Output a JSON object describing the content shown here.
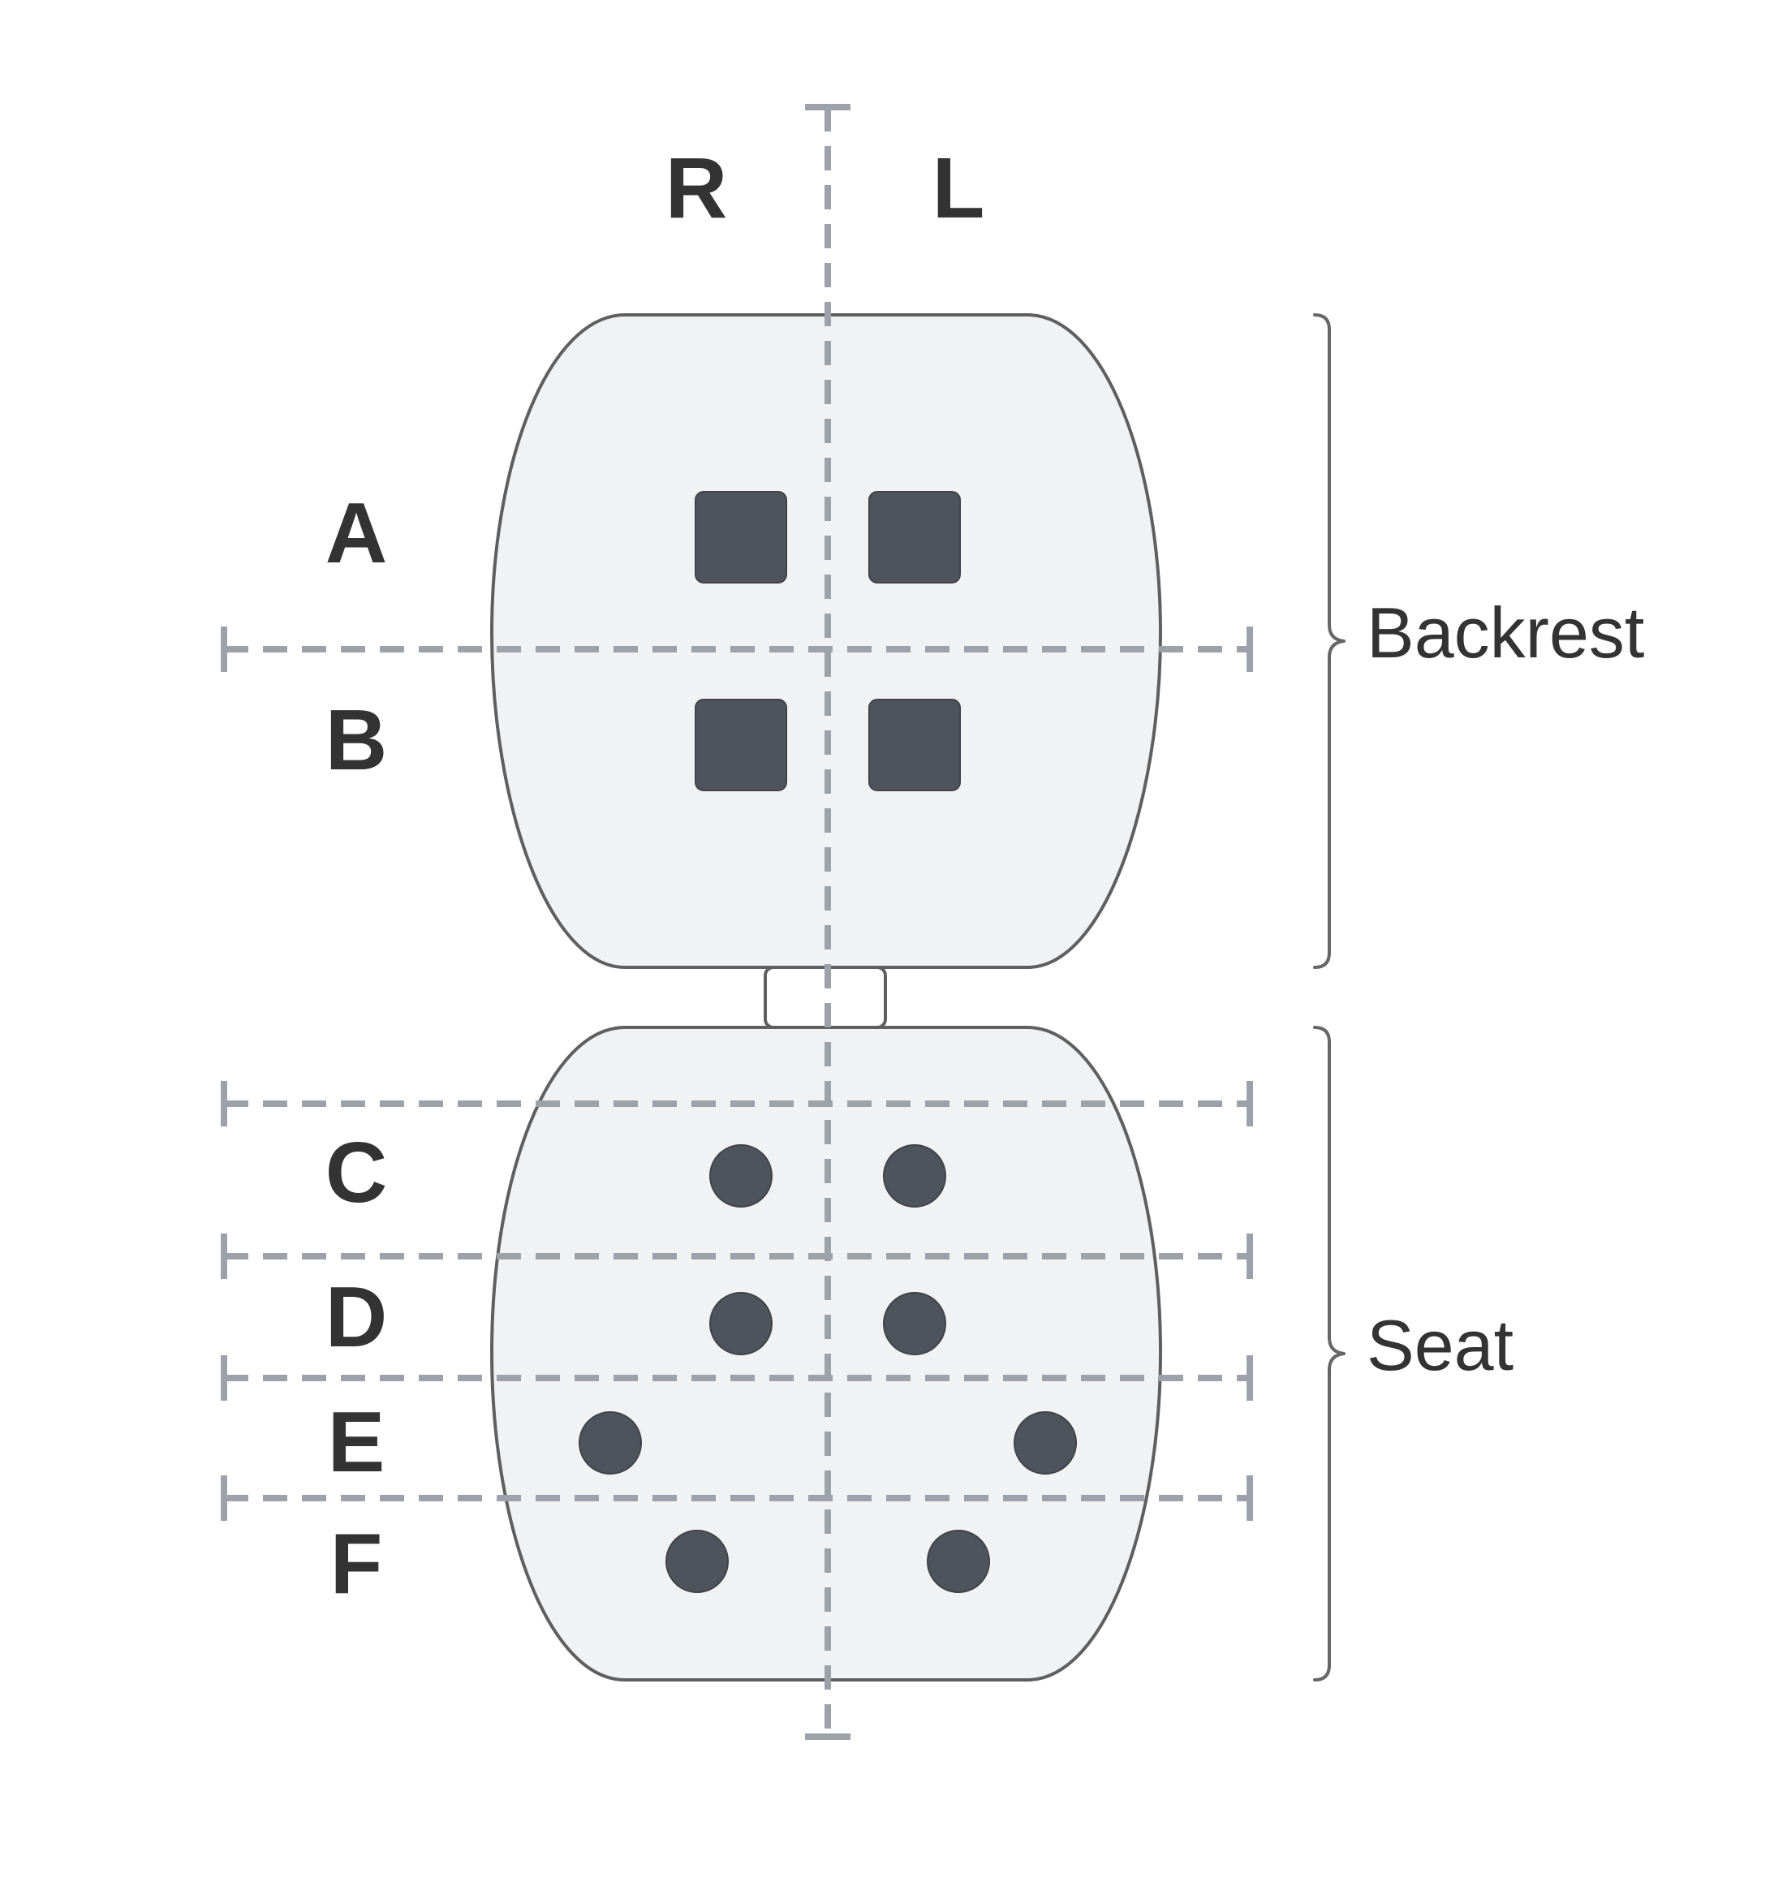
{
  "columns": {
    "right": "R",
    "left": "L"
  },
  "rows": {
    "a": "A",
    "b": "B",
    "c": "C",
    "d": "D",
    "e": "E",
    "f": "F"
  },
  "regions": {
    "backrest": "Backrest",
    "seat": "Seat"
  },
  "sensors": {
    "backrest_shape": "square",
    "backrest_count": 4,
    "seat_shape": "circle",
    "seat_count": 8
  },
  "colors": {
    "pad_fill": "#f1f2f3",
    "pad_outline": "#5f5f5f",
    "sensor": "#4f545c",
    "guide": "#9ca1aa",
    "text": "#333333"
  }
}
